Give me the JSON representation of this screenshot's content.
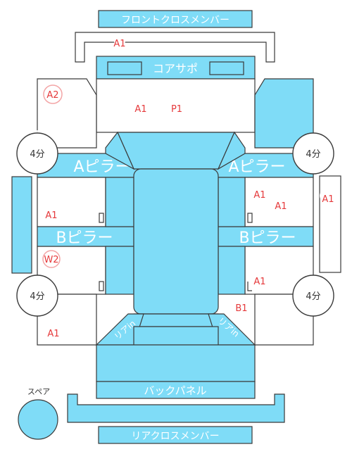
{
  "parts": {
    "front_cross_member": "フロントクロスメンバー",
    "core_support": "コアサポ",
    "a_pillar_left": "Aピラー",
    "a_pillar_right": "Aピラー",
    "b_pillar_left": "Bピラー",
    "b_pillar_right": "Bピラー",
    "back_panel": "バックパネル",
    "rear_cross_member": "リアクロスメンバー",
    "rear_left_label": "リアin",
    "rear_right_label": "リアin",
    "spare": "スペア"
  },
  "tires": {
    "front_left": "4分",
    "front_right": "4分",
    "rear_left": "4分",
    "rear_right": "4分"
  },
  "damage_codes": {
    "front_cross": "A1",
    "left_front_fender": "A2",
    "hood_a": "A1",
    "hood_p": "P1",
    "left_front_door": "A1",
    "left_rear_door": "W2",
    "left_quarter": "A1",
    "right_front_door_1": "A1",
    "right_front_door_2": "A1",
    "right_step": "A1",
    "right_rear_door": "A1",
    "right_quarter": "B1"
  },
  "colors": {
    "part_fill": "#7fdcf7",
    "outline": "#3a3a3a",
    "damage_code": "#e5393b"
  }
}
